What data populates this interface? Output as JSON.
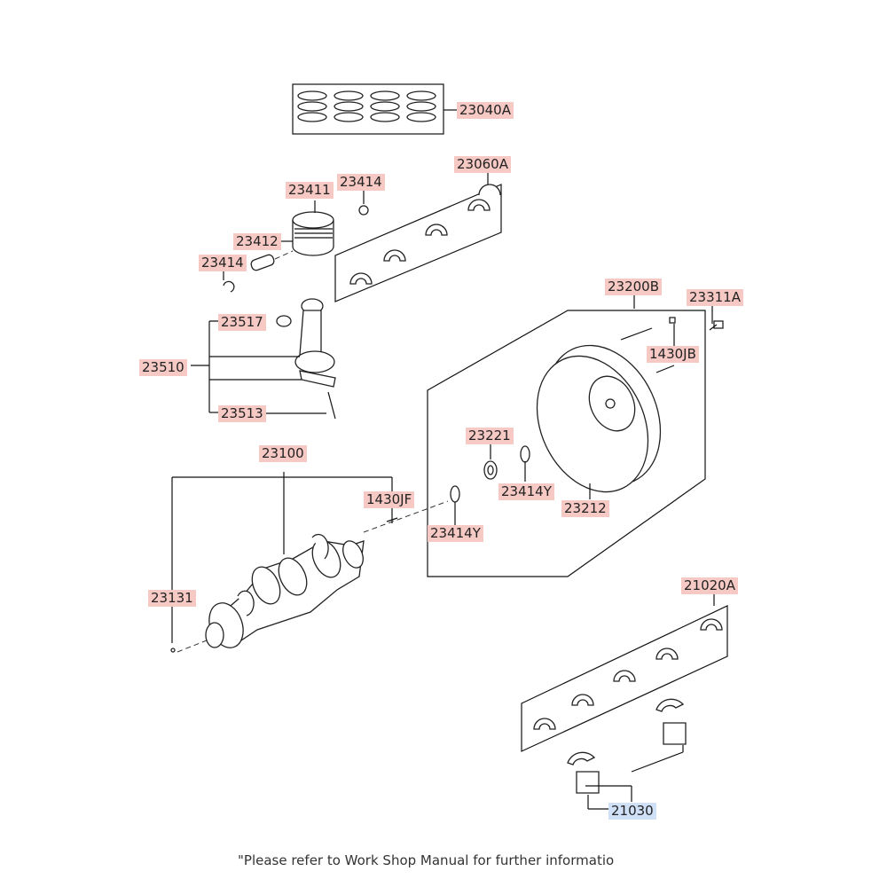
{
  "parts": {
    "p23040A": "23040A",
    "p23060A": "23060A",
    "p23411": "23411",
    "p23414a": "23414",
    "p23412": "23412",
    "p23414b": "23414",
    "p23200B": "23200B",
    "p23311A": "23311A",
    "p1430JB": "1430JB",
    "p23517": "23517",
    "p23510": "23510",
    "p23513": "23513",
    "p23221": "23221",
    "p23414Y_a": "23414Y",
    "p23212": "23212",
    "p23100": "23100",
    "p1430JF": "1430JF",
    "p23414Y_b": "23414Y",
    "p23131": "23131",
    "p21020A": "21020A",
    "p21030": "21030"
  },
  "footnote": "\"Please refer to Work Shop Manual for further informatio",
  "colors": {
    "label_bg": "#f6c9c4",
    "label_blue_bg": "#cfe0f7",
    "line": "#111111"
  }
}
